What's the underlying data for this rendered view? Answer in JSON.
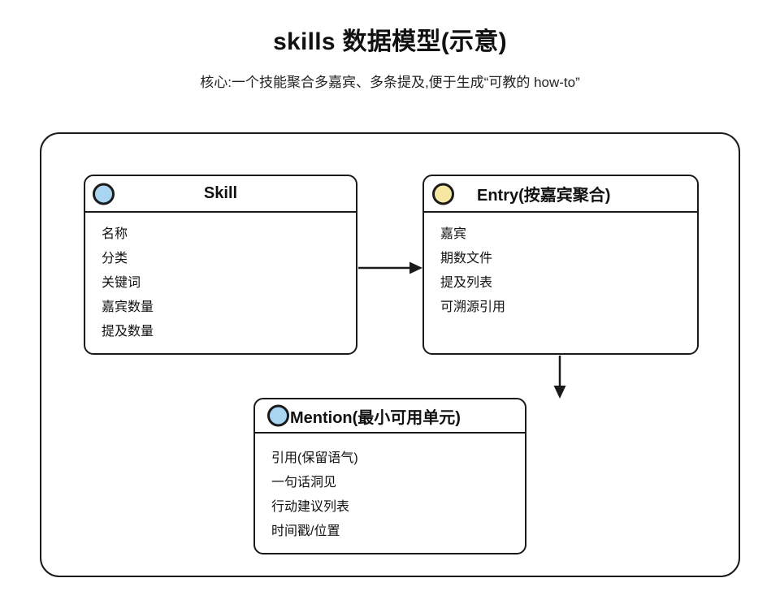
{
  "page": {
    "title": "skills 数据模型(示意)",
    "subtitle": "核心:一个技能聚合多嘉宾、多条提及,便于生成“可教的 how-to”"
  },
  "diagram": {
    "entities": [
      {
        "id": "skill",
        "title": "Skill",
        "icon": "circle-icon",
        "icon_color": "#aad5f1",
        "fields": [
          "名称",
          "分类",
          "关键词",
          "嘉宾数量",
          "提及数量"
        ]
      },
      {
        "id": "entry",
        "title": "Entry(按嘉宾聚合)",
        "icon": "circle-icon",
        "icon_color": "#f6e7a3",
        "fields": [
          "嘉宾",
          "期数文件",
          "提及列表",
          "可溯源引用"
        ]
      },
      {
        "id": "mention",
        "title": "Mention(最小可用单元)",
        "icon": "circle-icon",
        "icon_color": "#aad5f1",
        "fields": [
          "引用(保留语气)",
          "一句话洞见",
          "行动建议列表",
          "时间戳/位置"
        ]
      }
    ],
    "relations": [
      {
        "from": "Skill",
        "to": "Entry",
        "type": "arrow-right"
      },
      {
        "from": "Entry",
        "to": "Mention",
        "type": "arrow-down"
      }
    ],
    "colors": {
      "stroke": "#1a1a1a",
      "background": "#ffffff",
      "skill_icon": "#aad5f1",
      "entry_icon": "#f6e7a3",
      "mention_icon": "#aad5f1"
    }
  }
}
